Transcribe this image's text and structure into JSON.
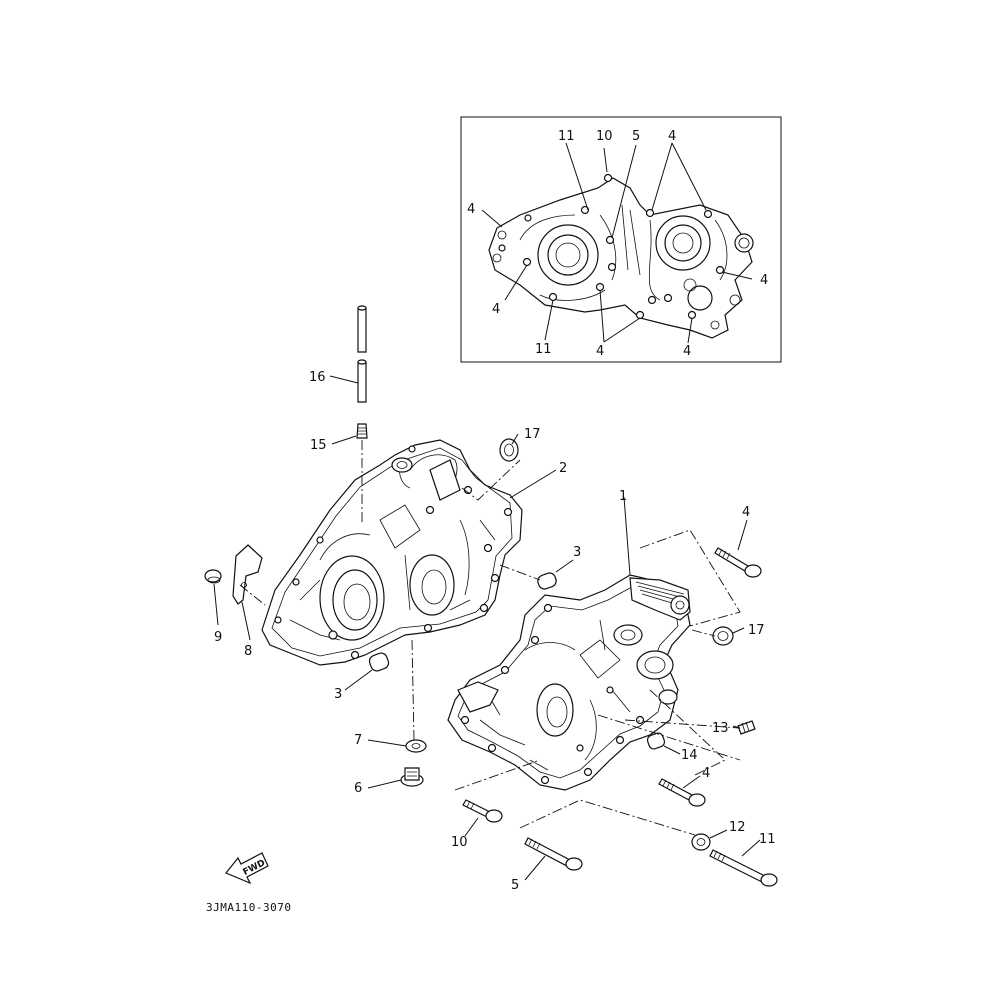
{
  "diagram_code": "3JMA110-3070",
  "fwd_label": "FWD",
  "colors": {
    "ink": "#111111",
    "paper": "#ffffff"
  },
  "labels": {
    "inset": {
      "p11_top": "11",
      "p10": "10",
      "p5": "5",
      "p4_topright": "4",
      "p4_left": "4",
      "p4_right": "4",
      "p4_lowerleft": "4",
      "p11_bottom": "11",
      "p4_bottom_mid": "4",
      "p4_bottom_right": "4"
    },
    "main": {
      "p16": "16",
      "p15": "15",
      "p17_top": "17",
      "p2": "2",
      "p1": "1",
      "p4_a": "4",
      "p3_a": "3",
      "p17_b": "17",
      "p9": "9",
      "p8": "8",
      "p3_b": "3",
      "p13": "13",
      "p7": "7",
      "p14": "14",
      "p4_b": "4",
      "p6": "6",
      "p10": "10",
      "p12": "12",
      "p11": "11",
      "p5": "5"
    }
  }
}
